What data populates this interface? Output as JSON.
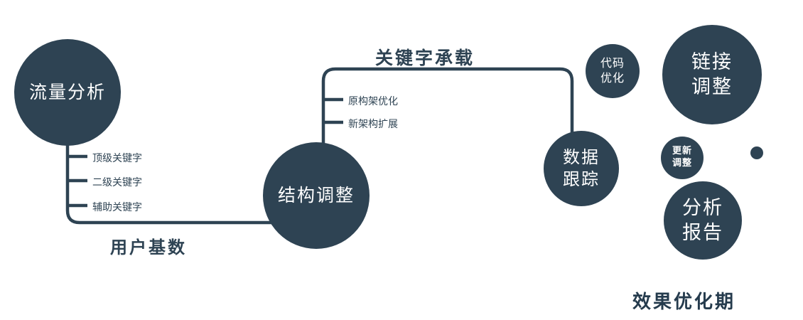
{
  "diagram": {
    "nodes": {
      "traffic_analysis": {
        "label": "流量分析"
      },
      "structure_adjustment": {
        "label": "结构调整"
      },
      "data_tracking": {
        "lines": [
          "数据",
          "跟踪"
        ]
      },
      "code_optimization": {
        "lines": [
          "代码",
          "优化"
        ]
      },
      "link_adjustment": {
        "lines": [
          "链接",
          "调整"
        ]
      },
      "update_adjustment": {
        "lines": [
          "更新",
          "调整"
        ]
      },
      "analysis_report": {
        "lines": [
          "分析",
          "报告"
        ]
      }
    },
    "edge_labels": {
      "user_base": "用户基数",
      "keyword_carrying": "关键字承载"
    },
    "branch_labels": {
      "traffic": [
        "顶级关键字",
        "二级关键字",
        "辅助关键字"
      ],
      "structure": [
        "原构架优化",
        "新架构扩展"
      ]
    },
    "footer": "效果优化期",
    "colors": {
      "primary": "#2e4353",
      "node_text": "#ffffff"
    }
  }
}
